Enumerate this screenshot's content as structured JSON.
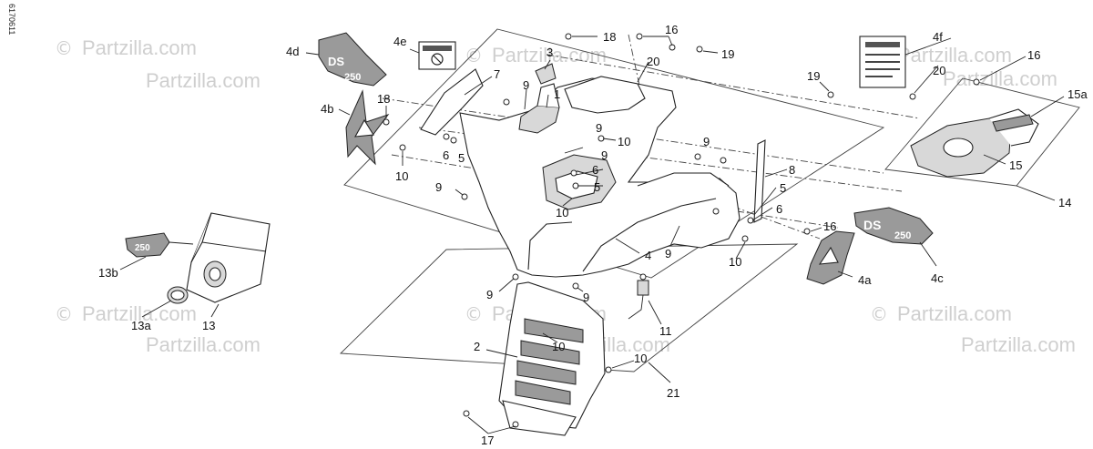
{
  "diagram_code": "6170611",
  "watermark": {
    "symbol": "©",
    "text": "Partzilla.com"
  },
  "colors": {
    "line": "#222222",
    "watermark": "#cfcfcf",
    "shade": "#9a9a9a"
  },
  "callouts": [
    {
      "id": "c-4d",
      "text": "4d"
    },
    {
      "id": "c-4e",
      "text": "4e"
    },
    {
      "id": "c-18a",
      "text": "18"
    },
    {
      "id": "c-16a",
      "text": "16"
    },
    {
      "id": "c-3",
      "text": "3"
    },
    {
      "id": "c-20a",
      "text": "20"
    },
    {
      "id": "c-19a",
      "text": "19"
    },
    {
      "id": "c-7",
      "text": "7"
    },
    {
      "id": "c-9a",
      "text": "9"
    },
    {
      "id": "c-1",
      "text": "1"
    },
    {
      "id": "c-18b",
      "text": "18"
    },
    {
      "id": "c-4b",
      "text": "4b"
    },
    {
      "id": "c-9b",
      "text": "9"
    },
    {
      "id": "c-10a",
      "text": "10"
    },
    {
      "id": "c-9c",
      "text": "9"
    },
    {
      "id": "c-6a",
      "text": "6"
    },
    {
      "id": "c-5a",
      "text": "5"
    },
    {
      "id": "c-6b",
      "text": "6"
    },
    {
      "id": "c-10b",
      "text": "10"
    },
    {
      "id": "c-9d",
      "text": "9"
    },
    {
      "id": "c-5b",
      "text": "5"
    },
    {
      "id": "c-10c",
      "text": "10"
    },
    {
      "id": "c-9e",
      "text": "9"
    },
    {
      "id": "c-4f",
      "text": "4f"
    },
    {
      "id": "c-20b",
      "text": "20"
    },
    {
      "id": "c-16b",
      "text": "16"
    },
    {
      "id": "c-19b",
      "text": "19"
    },
    {
      "id": "c-15a",
      "text": "15a"
    },
    {
      "id": "c-15",
      "text": "15"
    },
    {
      "id": "c-14",
      "text": "14"
    },
    {
      "id": "c-8",
      "text": "8"
    },
    {
      "id": "c-5c",
      "text": "5"
    },
    {
      "id": "c-6c",
      "text": "6"
    },
    {
      "id": "c-16c",
      "text": "16"
    },
    {
      "id": "c-4",
      "text": "4"
    },
    {
      "id": "c-9f",
      "text": "9"
    },
    {
      "id": "c-10d",
      "text": "10"
    },
    {
      "id": "c-4a",
      "text": "4a"
    },
    {
      "id": "c-4c",
      "text": "4c"
    },
    {
      "id": "c-9g",
      "text": "9"
    },
    {
      "id": "c-9h",
      "text": "9"
    },
    {
      "id": "c-11",
      "text": "11"
    },
    {
      "id": "c-10e",
      "text": "10"
    },
    {
      "id": "c-2",
      "text": "2"
    },
    {
      "id": "c-10f",
      "text": "10"
    },
    {
      "id": "c-21",
      "text": "21"
    },
    {
      "id": "c-17",
      "text": "17"
    },
    {
      "id": "c-13b",
      "text": "13b"
    },
    {
      "id": "c-13a",
      "text": "13a"
    },
    {
      "id": "c-13",
      "text": "13"
    }
  ],
  "decals": {
    "brand_letters": "DS",
    "model_number": "250"
  }
}
